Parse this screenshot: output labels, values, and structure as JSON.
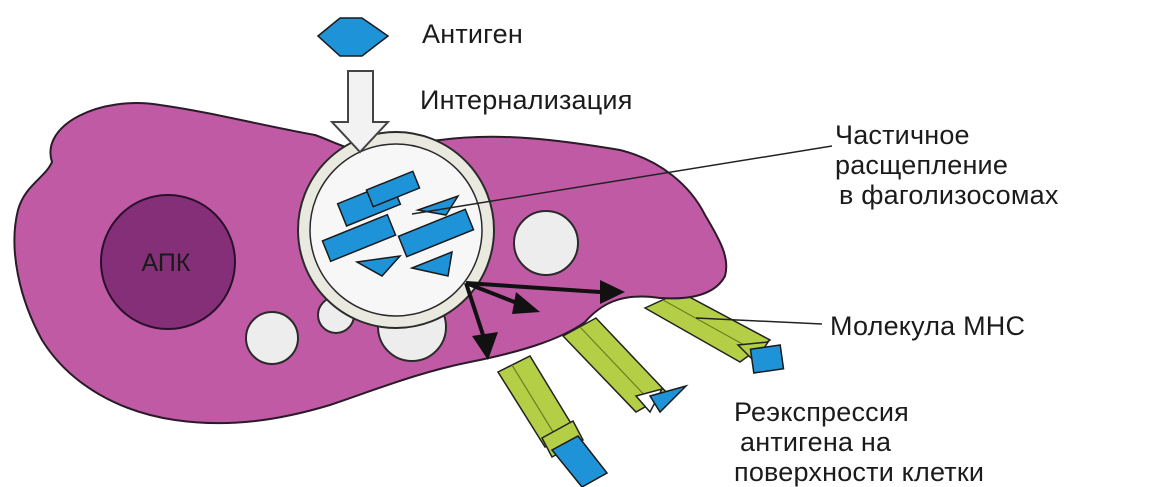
{
  "labels": {
    "antigen": "Антиген",
    "internalization": "Интернализация",
    "partial_cleavage": [
      "Частичное",
      "расщепление",
      "в фаголизосомах"
    ],
    "mhc_molecule": "Молекула МНС",
    "reexpression": [
      "Реэкспрессия",
      "антигена на",
      "поверхности клетки"
    ],
    "apc_nucleus": "АПК"
  },
  "colors": {
    "cell_fill": "#c05aa5",
    "nucleus_fill": "#862f79",
    "antigen_blue": "#1f93d8",
    "mhc_green": "#b4cf45",
    "vesicle_fill": "#ededed",
    "arrow": "#111111"
  },
  "icons": {
    "antigen": "blue-diamond-icon",
    "internalization_arrow": "down-arrow-icon"
  }
}
